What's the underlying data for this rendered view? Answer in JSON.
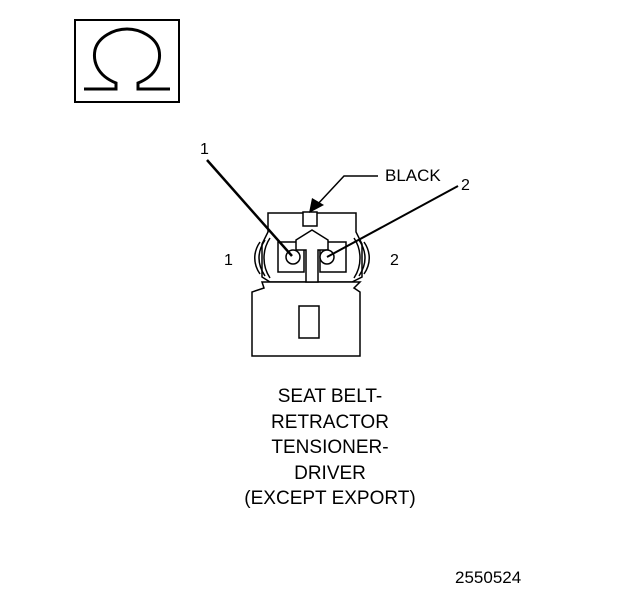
{
  "symbol": {
    "icon": "ohm-icon",
    "glyph": "Ω"
  },
  "connector": {
    "color_label": "BLACK",
    "callouts": [
      "1",
      "2"
    ],
    "terminals": [
      "1",
      "2"
    ]
  },
  "caption": {
    "lines": [
      "SEAT BELT-",
      "RETRACTOR",
      "TENSIONER-",
      "DRIVER",
      "(EXCEPT EXPORT)"
    ]
  },
  "figure_number": "2550524",
  "colors": {
    "ink": "#000000",
    "background": "#ffffff"
  }
}
